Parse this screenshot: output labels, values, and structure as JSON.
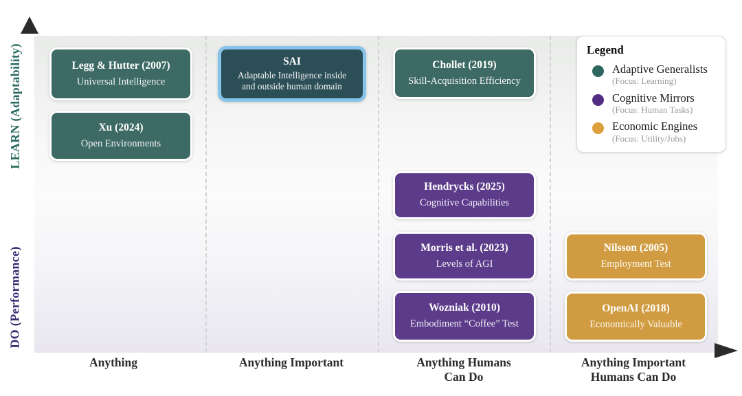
{
  "axes": {
    "y_top_label": "LEARN (Adaptability)",
    "y_bottom_label": "DO (Performance)",
    "x_labels": [
      "Anything",
      "Anything Important",
      "Anything Humans\nCan Do",
      "Anything Important\nHumans Can Do"
    ]
  },
  "colors": {
    "teal": "#3D6A64",
    "purple": "#5B3B8A",
    "gold": "#D19C41",
    "sai_bg": "#2C4F57",
    "sai_border": "#85C3EA",
    "learn_label": "#2A6A5E",
    "do_label": "#3B2B72"
  },
  "cards": [
    {
      "title": "Legg & Hutter (2007)",
      "subtitle": "Universal Intelligence",
      "category": "Adaptive Generalists",
      "column": "Anything"
    },
    {
      "title": "Xu (2024)",
      "subtitle": "Open Environments",
      "category": "Adaptive Generalists",
      "column": "Anything"
    },
    {
      "title": "SAI",
      "subtitle": "Adaptable Intelligence inside\nand outside human domain",
      "category": "Adaptive Generalists",
      "column": "Anything Important",
      "highlighted": true
    },
    {
      "title": "Chollet (2019)",
      "subtitle": "Skill-Acquisition Efficiency",
      "category": "Adaptive Generalists",
      "column": "Anything Humans Can Do"
    },
    {
      "title": "Hendrycks (2025)",
      "subtitle": "Cognitive Capabilities",
      "category": "Cognitive Mirrors",
      "column": "Anything Humans Can Do"
    },
    {
      "title": "Morris et al. (2023)",
      "subtitle": "Levels of AGI",
      "category": "Cognitive Mirrors",
      "column": "Anything Humans Can Do"
    },
    {
      "title": "Wozniak (2010)",
      "subtitle": "Embodiment “Coffee” Test",
      "category": "Cognitive Mirrors",
      "column": "Anything Humans Can Do"
    },
    {
      "title": "Nilsson (2005)",
      "subtitle": "Employment Test",
      "category": "Economic Engines",
      "column": "Anything Important Humans Can Do"
    },
    {
      "title": "OpenAI (2018)",
      "subtitle": "Economically Valuable",
      "category": "Economic Engines",
      "column": "Anything Important Humans Can Do"
    }
  ],
  "legend": {
    "title": "Legend",
    "items": [
      {
        "label": "Adaptive Generalists",
        "focus": "(Focus: Learning)",
        "color": "#2D6760"
      },
      {
        "label": "Cognitive Mirrors",
        "focus": "(Focus: Human Tasks)",
        "color": "#512E82"
      },
      {
        "label": "Economic Engines",
        "focus": "(Focus: Utility/Jobs)",
        "color": "#DDA03C"
      }
    ]
  }
}
